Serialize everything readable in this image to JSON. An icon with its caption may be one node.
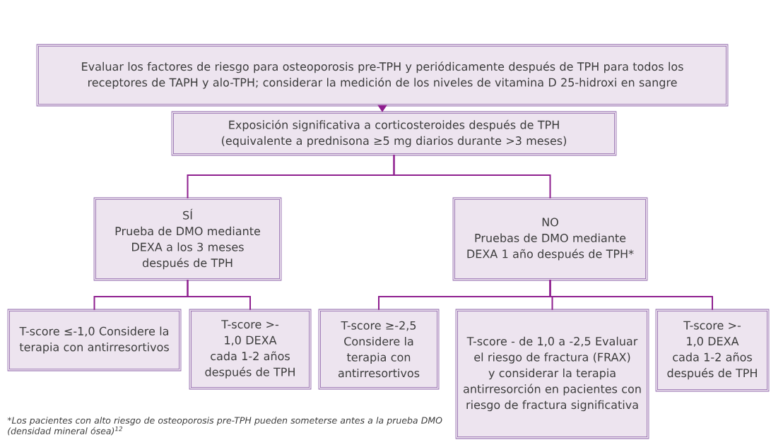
{
  "diagram": {
    "nodes": [
      {
        "text": [
          "Evaluar los factores de riesgo para osteoporosis pre-TPH y periódicamente después de TPH para todos los receptores de TAPH y alo-TPH; considerar la medición de los niveles de vitamina D 25-hidroxi en sangre"
        ]
      },
      {
        "text": [
          "Exposición significativa a corticosteroides después de TPH (equivalente a prednisona ≥5 mg diarios durante >3 meses)"
        ]
      },
      {
        "text": [
          "SÍ",
          "Prueba de DMO mediante DEXA a los 3 meses después de TPH"
        ]
      },
      {
        "text": [
          "NO",
          "Pruebas de DMO mediante DEXA 1 año después de TPH*"
        ]
      },
      {
        "text": [
          "T-score ≤-1,0 Considere la terapia con antirresortivos"
        ]
      },
      {
        "text": [
          "T-score >-1,0 DEXA cada 1-2 años después de TPH"
        ]
      },
      {
        "text": [
          "T-score ≥-2,5 Considere la terapia con antirresortivos"
        ]
      },
      {
        "text": [
          "T-score - de 1,0 a -2,5 Evaluar el riesgo de fractura (FRAX) y considerar la terapia antirresorción en pacientes con riesgo de fractura significativa"
        ]
      },
      {
        "text": [
          "T-score >-1,0 DEXA cada 1-2 años después de TPH"
        ]
      }
    ],
    "edges": [
      {
        "from": 0,
        "to": 1,
        "arrow": "to"
      },
      {
        "from": 1,
        "to": 2,
        "arrow": "none"
      },
      {
        "from": 1,
        "to": 3,
        "arrow": "none"
      },
      {
        "from": 2,
        "to": 4,
        "arrow": "none"
      },
      {
        "from": 2,
        "to": 5,
        "arrow": "none"
      },
      {
        "from": 3,
        "to": 6,
        "arrow": "none"
      },
      {
        "from": 3,
        "to": 7,
        "arrow": "none"
      },
      {
        "from": 3,
        "to": 8,
        "arrow": "none"
      }
    ],
    "labels": [
      "*Los pacientes con alto riesgo de osteoporosis pre-TPH pueden someterse antes a la prueba DMO (densidad mineral ósea)$^{12}$"
    ]
  }
}
